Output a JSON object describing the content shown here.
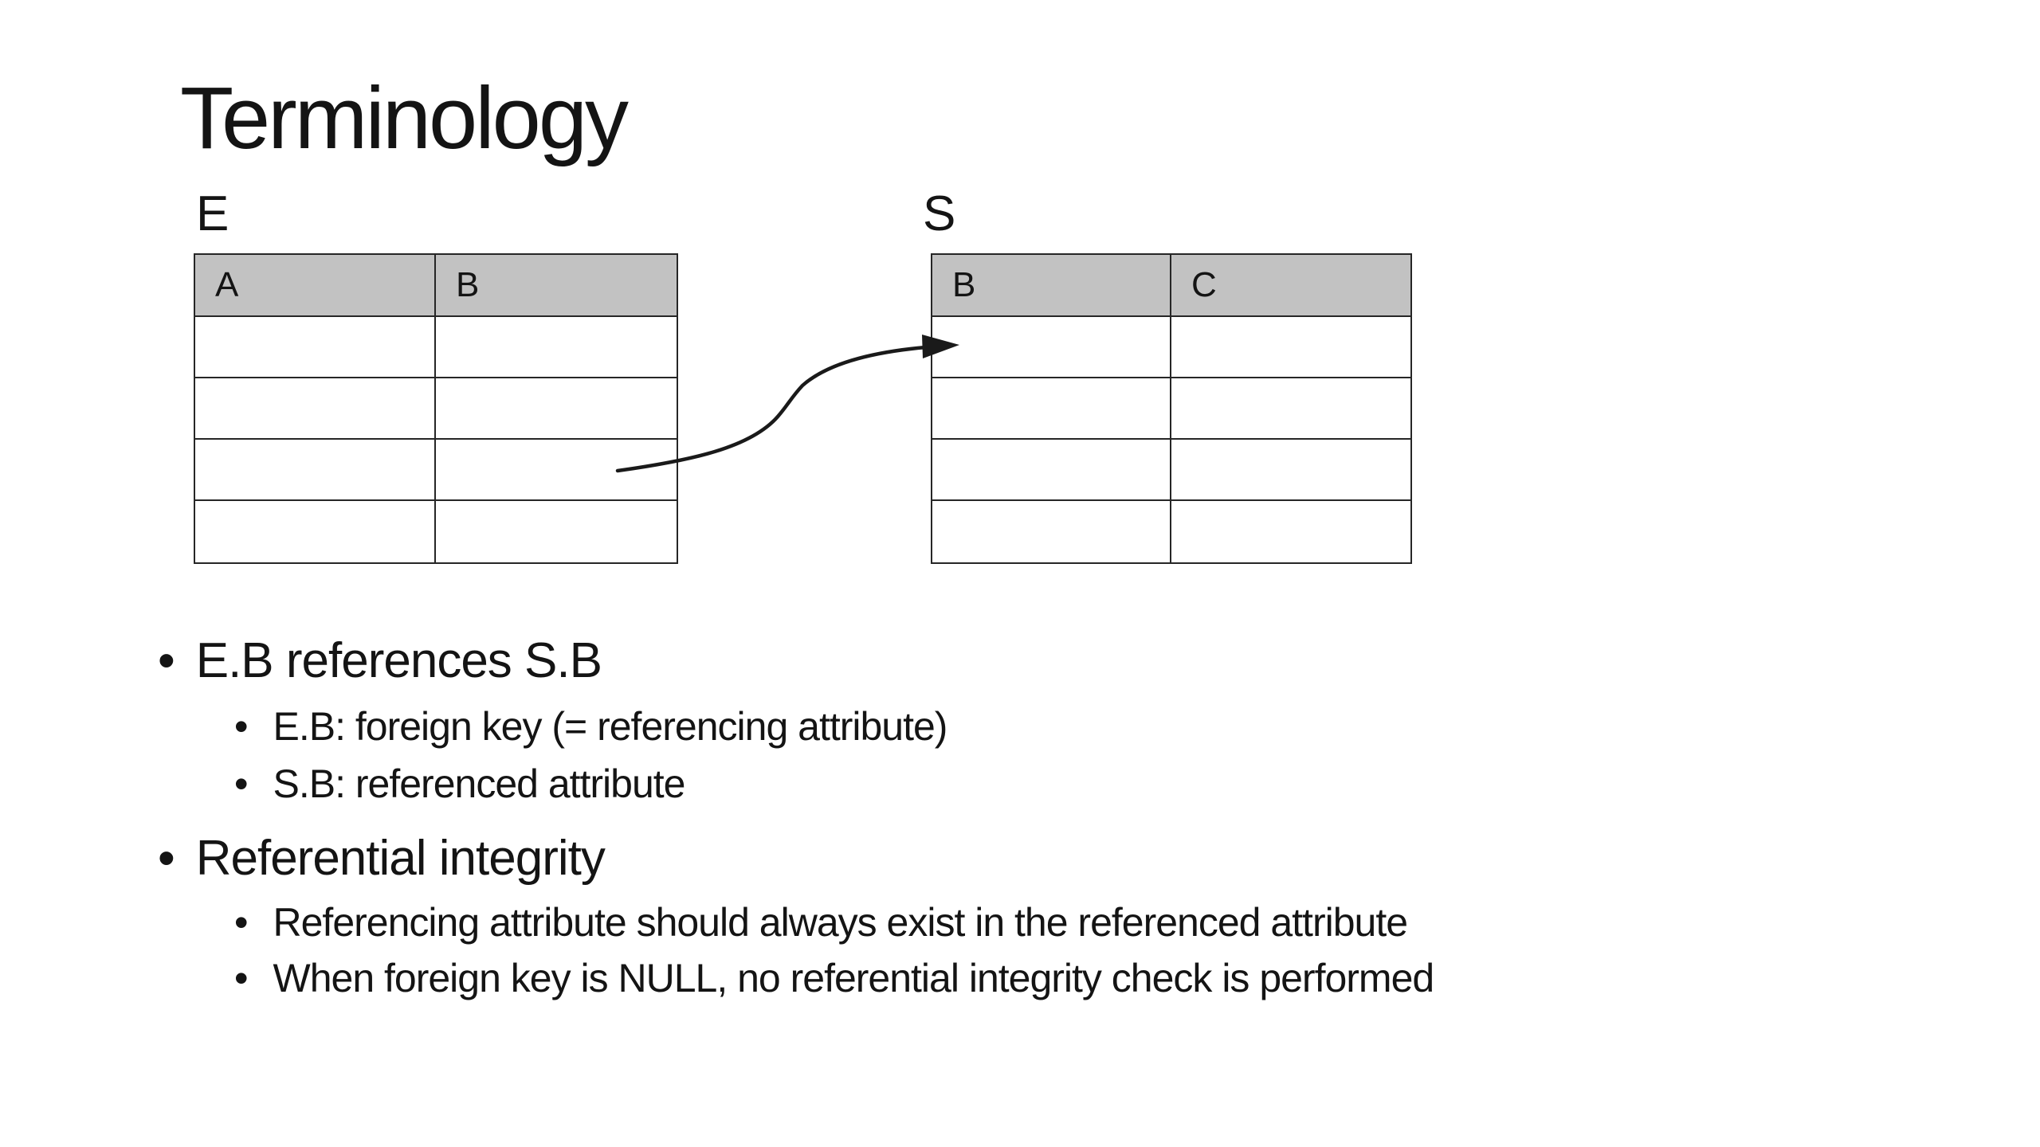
{
  "slide": {
    "title": "Terminology",
    "background_color": "#ffffff",
    "text_color": "#141414"
  },
  "diagram": {
    "header_fill_color": "#c2c2c2",
    "border_color": "#262626",
    "tables": [
      {
        "name": "E",
        "columns": [
          "A",
          "B"
        ],
        "empty_rows": 4
      },
      {
        "name": "S",
        "columns": [
          "B",
          "C"
        ],
        "empty_rows": 4
      }
    ],
    "arrow": {
      "from": "E.B",
      "to": "S.B",
      "meaning": "E.B references S.B",
      "color": "#1a1a1a"
    }
  },
  "bullets": [
    {
      "level": 1,
      "marker": "•",
      "text": "E.B references S.B"
    },
    {
      "level": 2,
      "marker": "•",
      "text": "E.B: foreign key (= referencing attribute)"
    },
    {
      "level": 2,
      "marker": "•",
      "text": "S.B: referenced attribute"
    },
    {
      "level": 1,
      "marker": "•",
      "text": "Referential integrity"
    },
    {
      "level": 2,
      "marker": "•",
      "text": "Referencing attribute should always exist in the referenced attribute"
    },
    {
      "level": 2,
      "marker": "•",
      "text": "When foreign key is NULL, no referential integrity check is performed"
    }
  ]
}
